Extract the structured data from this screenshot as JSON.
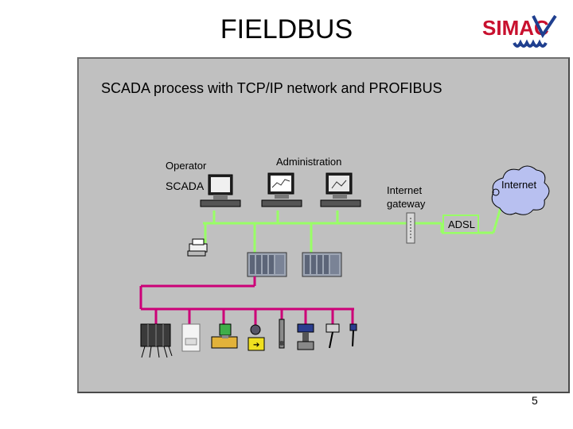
{
  "slide": {
    "title": "FIELDBUS",
    "subtitle": "SCADA process with TCP/IP network and PROFIBUS",
    "page_number": "5",
    "logo_text": "SIMAC"
  },
  "labels": {
    "operator": "Operator",
    "scada": "SCADA",
    "administration": "Administration",
    "internet_gateway_1": "Internet",
    "internet_gateway_2": "gateway",
    "internet": "Internet",
    "adsl": "ADSL"
  },
  "colors": {
    "ethernet": "#99ff66",
    "profibus": "#cc0077",
    "panel": "#c0c0c0",
    "logo_red": "#c8102e",
    "logo_blue": "#1f3f8f",
    "cloud": "#b8c0f0"
  }
}
